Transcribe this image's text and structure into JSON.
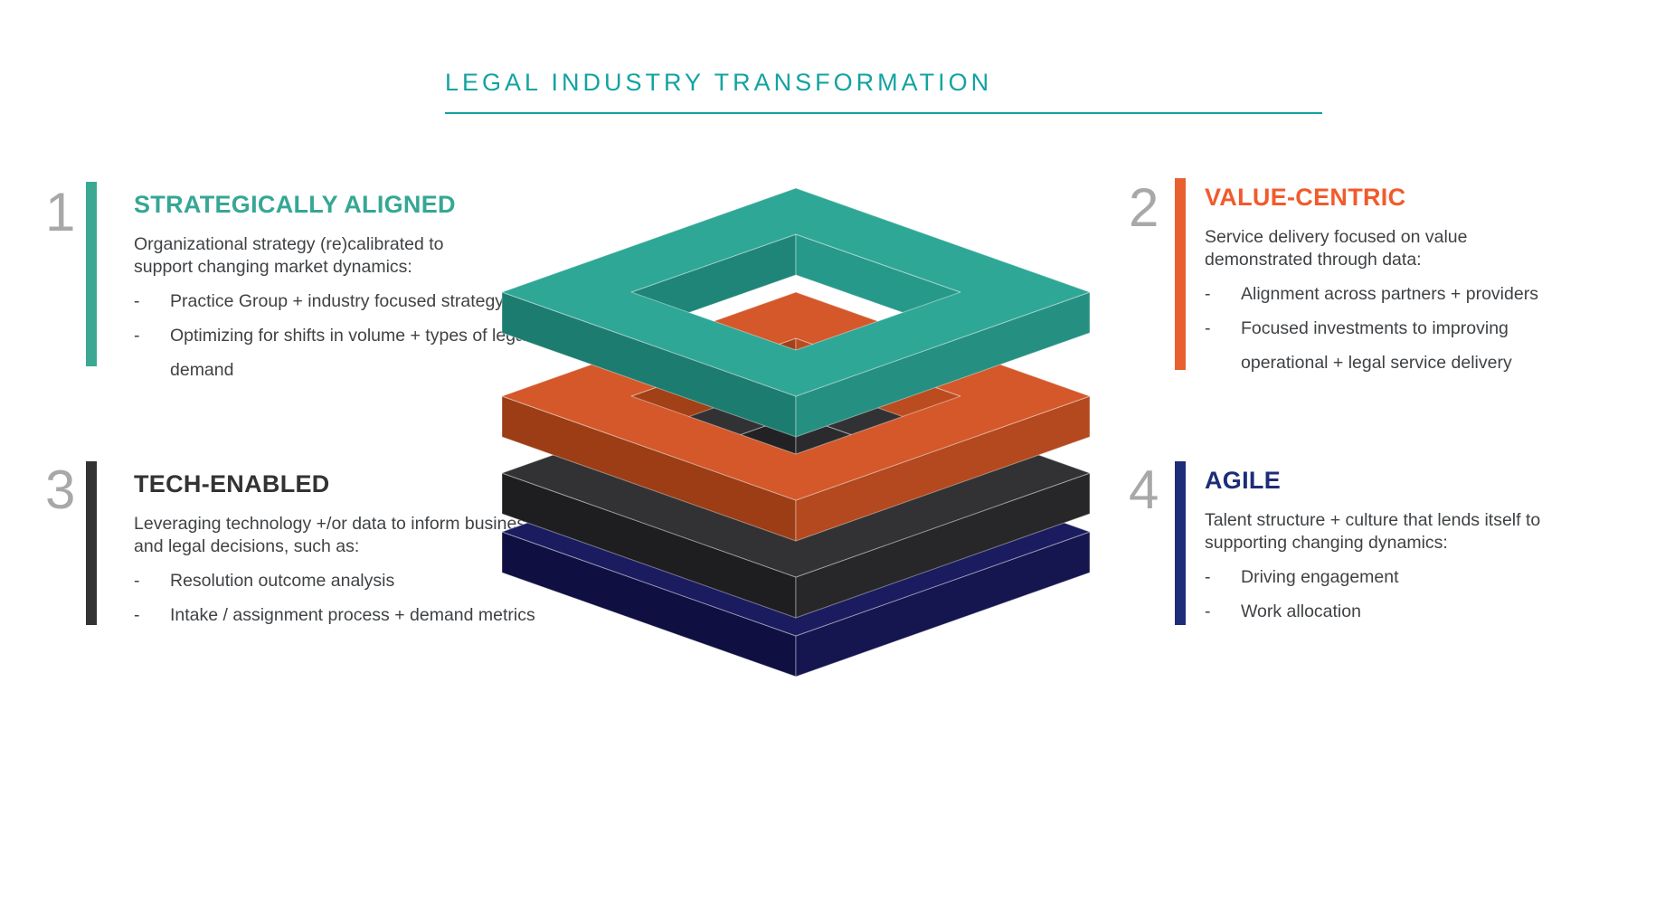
{
  "title": {
    "text": "LEGAL INDUSTRY TRANSFORMATION",
    "color": "#12a3a0"
  },
  "number_color": "#a8a8a8",
  "body_color": "#3f4245",
  "sections": [
    {
      "number": "1",
      "heading": "STRATEGICALLY ALIGNED",
      "heading_color": "#35a794",
      "accent": "#3aa893",
      "intro": "Organizational strategy (re)calibrated to support changing market dynamics:",
      "bullet_marker": "-",
      "bullets": [
        "Practice Group + industry focused strategy",
        "Optimizing for shifts in volume + types of legal demand"
      ]
    },
    {
      "number": "2",
      "heading": "VALUE-CENTRIC",
      "heading_color": "#f15b2b",
      "accent": "#e86030",
      "intro": "Service delivery focused on value demonstrated through data:",
      "bullet_marker": "-",
      "bullets": [
        "Alignment across partners + providers",
        "Focused investments to improving operational + legal service delivery"
      ]
    },
    {
      "number": "3",
      "heading": "TECH-ENABLED",
      "heading_color": "#333333",
      "accent": "#333333",
      "intro": "Leveraging technology +/or data to inform business and legal decisions, such as:",
      "bullet_marker": "-",
      "bullets": [
        "Resolution outcome analysis",
        "Intake / assignment process + demand metrics"
      ]
    },
    {
      "number": "4",
      "heading": "AGILE",
      "heading_color": "#1d2d78",
      "accent": "#1d2d78",
      "intro": "Talent structure + culture that lends itself to supporting changing dynamics:",
      "bullet_marker": "-",
      "bullets": [
        "Driving engagement",
        "Work allocation"
      ]
    }
  ],
  "diagram": {
    "description": "Four stacked isometric hollow square frames, top to bottom",
    "layers": [
      {
        "name": "strategically-aligned-teal",
        "top": "#2fa796",
        "left": "#1c7c6f",
        "right": "#259081",
        "inner_left": "#1f8578",
        "inner_right": "#27998a"
      },
      {
        "name": "value-centric-orange",
        "top": "#d4582a",
        "left": "#9c3d15",
        "right": "#b4481e",
        "inner_left": "#a24017",
        "inner_right": "#bb4c20"
      },
      {
        "name": "tech-enabled-dark",
        "top": "#323234",
        "left": "#1e1e20",
        "right": "#27272a",
        "inner_left": "#222224",
        "inner_right": "#2b2b2e"
      },
      {
        "name": "agile-navy",
        "top": "#1b1b60",
        "left": "#0f0f42",
        "right": "#15154f",
        "inner_left": "#111146",
        "inner_right": "#181856"
      }
    ]
  }
}
